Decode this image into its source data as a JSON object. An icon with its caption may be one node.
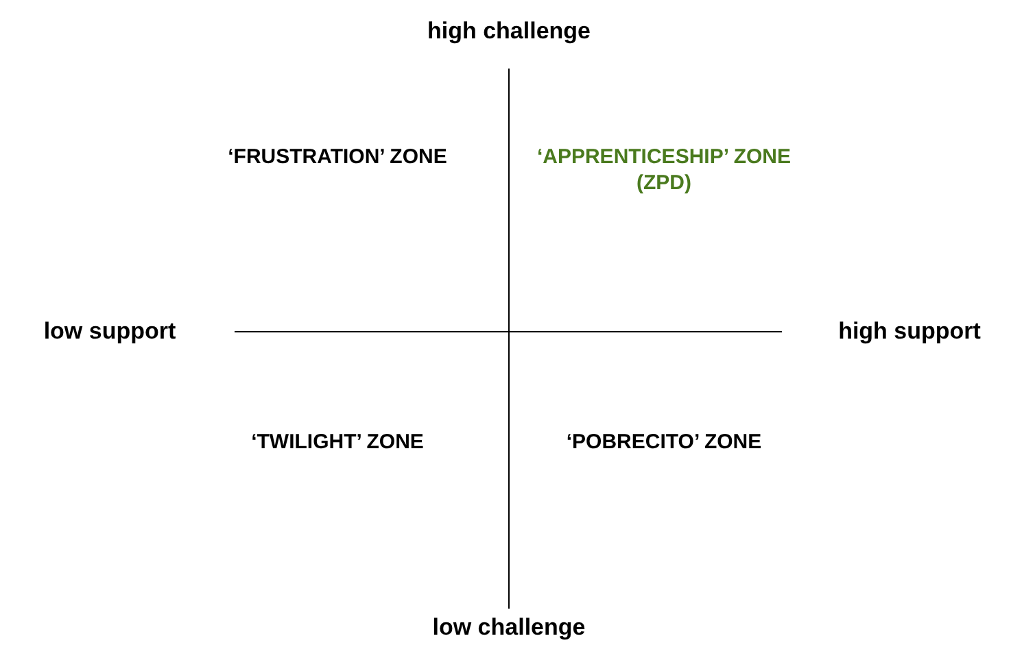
{
  "diagram": {
    "labels": [
      "high challenge",
      "‘FRUSTRATION’ ZONE",
      "‘APPRENTICESHIP’ ZONE (ZPD)",
      "low support",
      "high support",
      "‘TWILIGHT’ ZONE",
      "‘POBRECITO’ ZONE",
      "low challenge"
    ]
  }
}
